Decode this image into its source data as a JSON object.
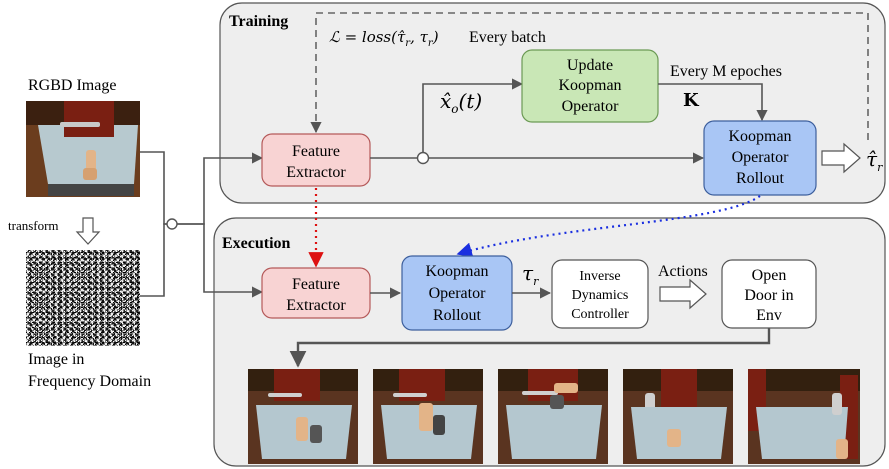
{
  "left": {
    "rgbd_label": "RGBD Image",
    "transform_label": "transform",
    "freq_label_line1": "Image in",
    "freq_label_line2": "Frequency Domain"
  },
  "training": {
    "title": "Training",
    "loss_lhs": "ℒ = loss(τ̂",
    "loss_sub1": "r",
    "loss_mid": ", τ",
    "loss_sub2": "r",
    "loss_rhs": ")",
    "loss_suffix": "Every batch",
    "feature_extractor": [
      "Feature",
      "Extractor"
    ],
    "update_koopman": [
      "Update",
      "Koopman",
      "Operator"
    ],
    "every_m_epochs": "Every M epoches",
    "k_symbol": "K",
    "x_hat_main": "x̂",
    "x_hat_sub": "o",
    "x_hat_arg": "(t)",
    "rollout": [
      "Koopman",
      "Operator",
      "Rollout"
    ],
    "tau_hat_main": "τ̂",
    "tau_hat_sub": "r"
  },
  "execution": {
    "title": "Execution",
    "feature_extractor": [
      "Feature",
      "Extractor"
    ],
    "rollout": [
      "Koopman",
      "Operator",
      "Rollout"
    ],
    "tau_main": "τ",
    "tau_sub": "r",
    "inverse_dynamics": [
      "Inverse",
      "Dynamics",
      "Controller"
    ],
    "actions_label": "Actions",
    "open_door": [
      "Open",
      "Door in",
      "Env"
    ]
  },
  "colors": {
    "panel_fill": "#eeeeee",
    "panel_stroke": "#555555",
    "feature_fill": "#f8d3d3",
    "feature_stroke": "#b55a5a",
    "update_fill": "#c9e7b6",
    "update_stroke": "#6c9a55",
    "rollout_fill": "#a9c6f5",
    "rollout_stroke": "#3d5f9d",
    "red_dots": "#dd1111",
    "blue_dots": "#1a2fe0"
  }
}
